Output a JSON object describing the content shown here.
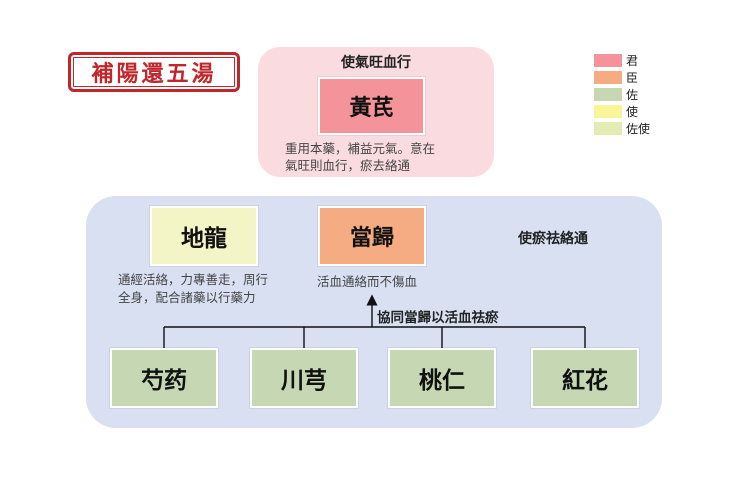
{
  "title_stamp": "補陽還五湯",
  "top_panel": {
    "caption": "使氣旺血行",
    "herb": "黃芪",
    "note_line1": "重用本藥，補益元氣。意在",
    "note_line2": "氣旺則血行，瘀去絡通"
  },
  "bottom_panel": {
    "herb_dilong": "地龍",
    "herb_danggui": "當歸",
    "right_caption": "使瘀祛絡通",
    "dilong_note_line1": "通經活絡，力專善走，周行",
    "dilong_note_line2": "全身，配合諸藥以行藥力",
    "danggui_note": "活血通絡而不傷血",
    "arrow_label": "協同當歸以活血祛瘀",
    "assistants": [
      "芍药",
      "川芎",
      "桃仁",
      "紅花"
    ]
  },
  "legend": [
    {
      "label": "君",
      "color": "#f4949a"
    },
    {
      "label": "臣",
      "color": "#f6ac82"
    },
    {
      "label": "佐",
      "color": "#c5d8b3"
    },
    {
      "label": "使",
      "color": "#fbf59a"
    },
    {
      "label": "佐使",
      "color": "#e4ebb3"
    }
  ]
}
